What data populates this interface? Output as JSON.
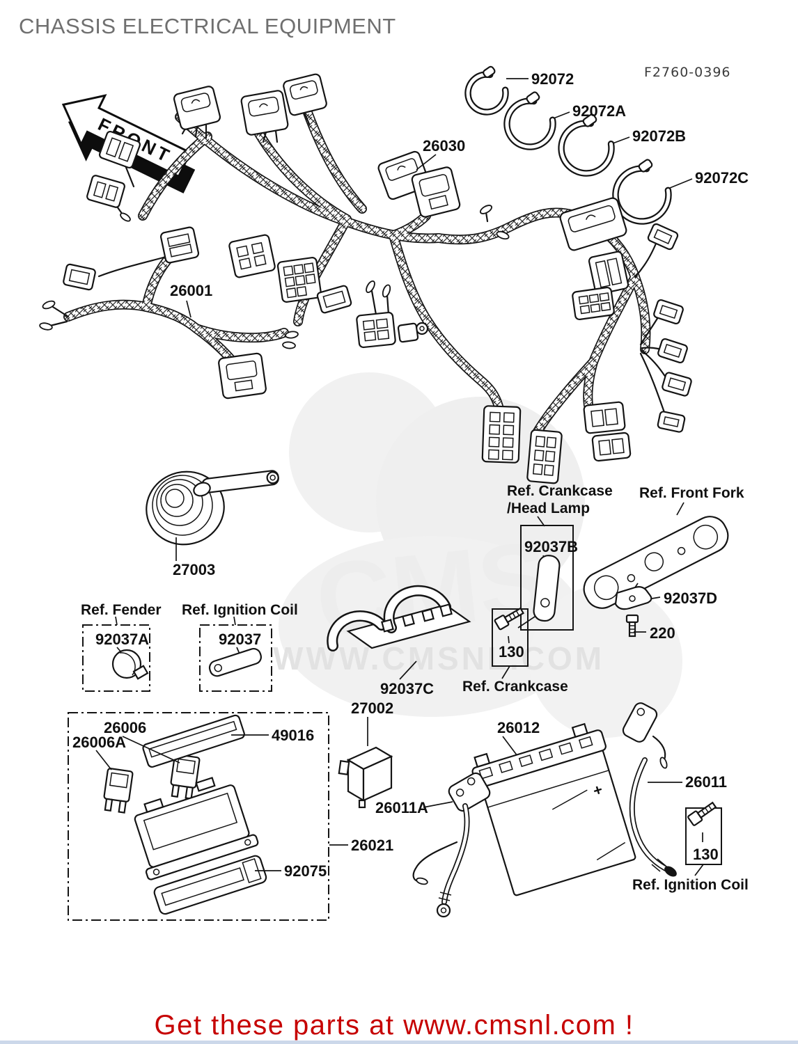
{
  "title": "CHASSIS ELECTRICAL EQUIPMENT",
  "figure_code": "F2760-0396",
  "front_marker": "FRONT",
  "watermark": {
    "brand": "CMS",
    "url": "WWW.CMSNL.COM"
  },
  "footer": {
    "text": "Get these parts at www.cmsnl.com !"
  },
  "colors": {
    "accent_red": "#c60000",
    "title_gray": "#6f6f6f",
    "line_black": "#141414",
    "watermark_gray": "#e2e2e2"
  },
  "parts": {
    "p92072": "92072",
    "p92072a": "92072A",
    "p92072b": "92072B",
    "p92072c": "92072C",
    "p26030": "26030",
    "p26001": "26001",
    "p27003": "27003",
    "p92037b": "92037B",
    "p92037d": "92037D",
    "p220": "220",
    "p130_crankcase": "130",
    "p92037a": "92037A",
    "p92037": "92037",
    "p92037c": "92037C",
    "p27002": "27002",
    "p26012": "26012",
    "p26006": "26006",
    "p26006a": "26006A",
    "p49016": "49016",
    "p26021": "26021",
    "p92075": "92075",
    "p26011a": "26011A",
    "p26011": "26011",
    "p130_ignition": "130",
    "battery_plus": "+"
  },
  "refs": {
    "crankcase_headlamp_line1": "Ref. Crankcase",
    "crankcase_headlamp_line2": "/Head Lamp",
    "front_fork": "Ref. Front Fork",
    "crankcase": "Ref. Crankcase",
    "fender": "Ref. Fender",
    "ignition_coil_top": "Ref. Ignition Coil",
    "ignition_coil_bottom": "Ref. Ignition Coil"
  }
}
